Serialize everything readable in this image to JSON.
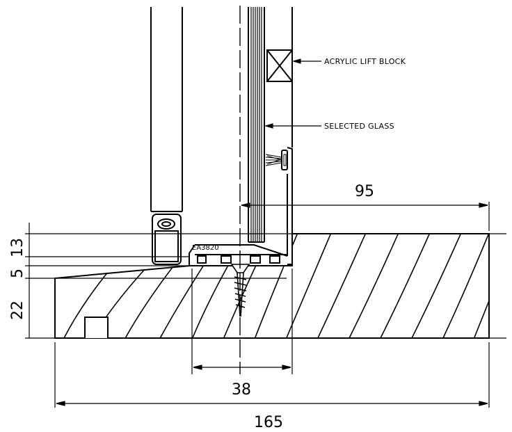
{
  "labels": {
    "lift_block": "ACRYLIC LIFT BLOCK",
    "glass": "SELECTED GLASS",
    "profile_code": "EA3820"
  },
  "dimensions": {
    "top_width": "95",
    "inner_width": "38",
    "overall_width": "165",
    "height_a": "5",
    "height_b": "13",
    "height_c": "22"
  },
  "colors": {
    "line": "#000000",
    "background": "#ffffff"
  }
}
